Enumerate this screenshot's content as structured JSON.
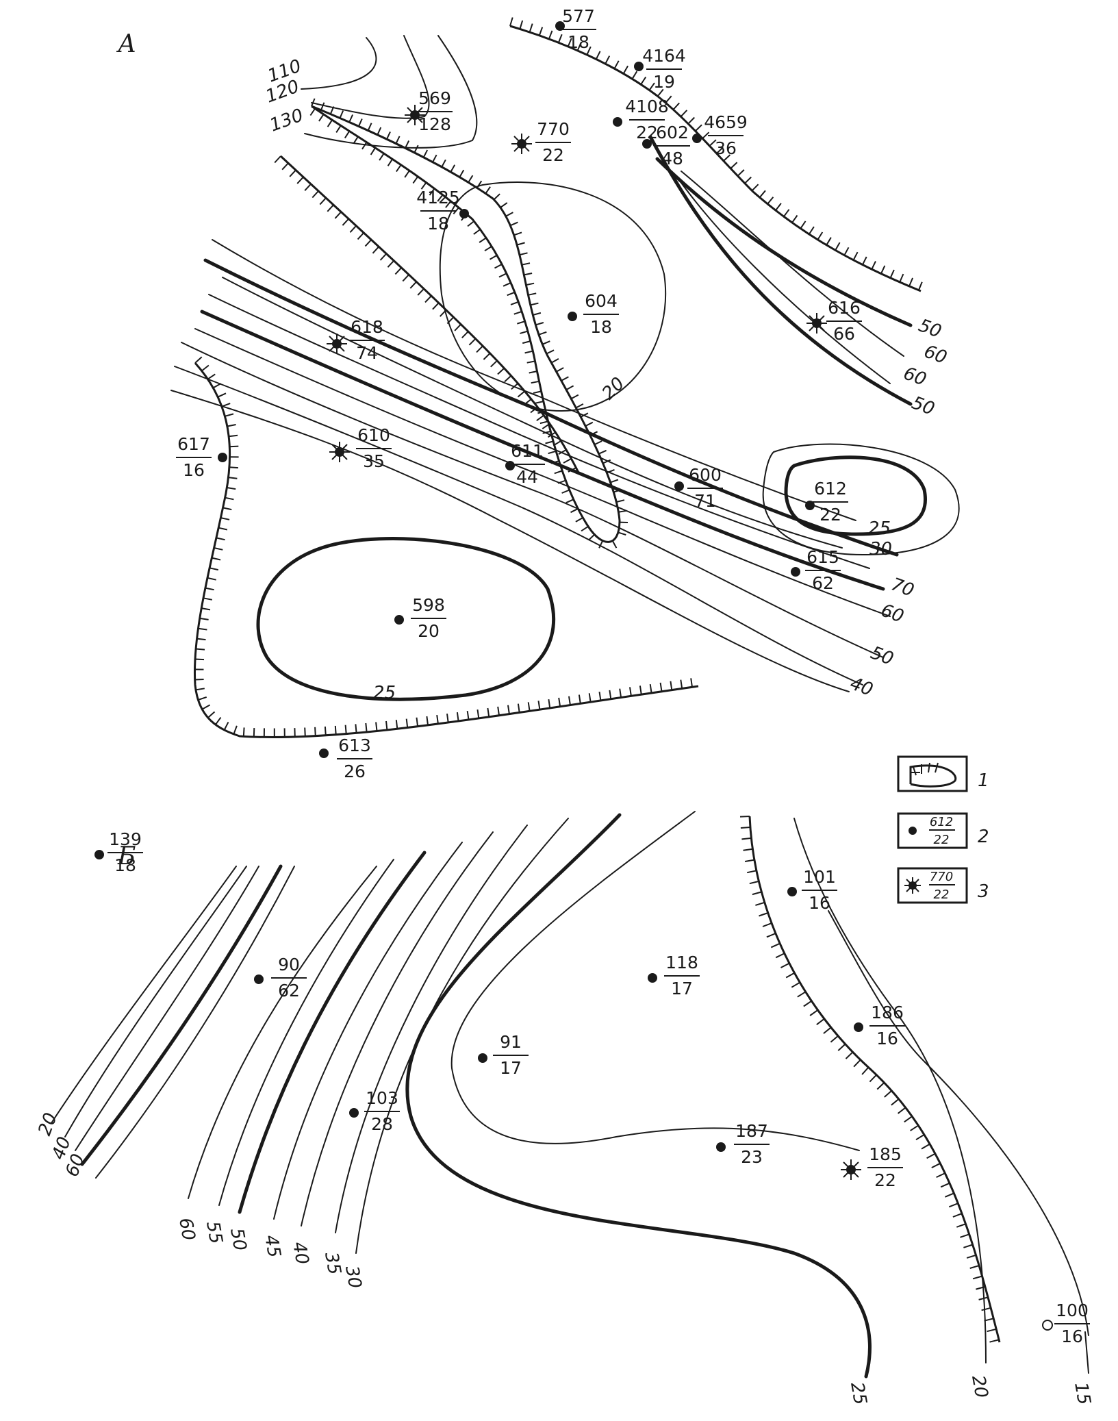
{
  "panels": {
    "a": "А",
    "b": "Б"
  },
  "legend": [
    {
      "id": "1",
      "label": "1"
    },
    {
      "id": "2",
      "label": "2",
      "top": "612",
      "bottom": "22"
    },
    {
      "id": "3",
      "label": "3",
      "top": "770",
      "bottom": "22"
    }
  ],
  "wells_a": [
    {
      "top": "577",
      "bottom": "18",
      "type": "dot"
    },
    {
      "top": "4164",
      "bottom": "19",
      "type": "dot"
    },
    {
      "top": "569",
      "bottom": "128",
      "type": "star"
    },
    {
      "top": "770",
      "bottom": "22",
      "type": "star"
    },
    {
      "top": "4108",
      "bottom": "22",
      "type": "dot"
    },
    {
      "top": "602",
      "bottom": "48",
      "type": "dot"
    },
    {
      "top": "4659",
      "bottom": "36",
      "type": "dot"
    },
    {
      "top": "4125",
      "bottom": "18",
      "type": "dot"
    },
    {
      "top": "604",
      "bottom": "18",
      "type": "dot"
    },
    {
      "top": "618",
      "bottom": "74",
      "type": "star"
    },
    {
      "top": "616",
      "bottom": "66",
      "type": "star"
    },
    {
      "top": "617",
      "bottom": "16",
      "type": "dot"
    },
    {
      "top": "610",
      "bottom": "35",
      "type": "star"
    },
    {
      "top": "611",
      "bottom": "44",
      "type": "dot"
    },
    {
      "top": "600",
      "bottom": "71",
      "type": "dot"
    },
    {
      "top": "612",
      "bottom": "22",
      "type": "dot"
    },
    {
      "top": "615",
      "bottom": "62",
      "type": "dot"
    },
    {
      "top": "598",
      "bottom": "20",
      "type": "dot"
    },
    {
      "top": "613",
      "bottom": "26",
      "type": "dot"
    }
  ],
  "wells_b": [
    {
      "top": "139",
      "bottom": "18",
      "type": "dot"
    },
    {
      "top": "90",
      "bottom": "62",
      "type": "dot"
    },
    {
      "top": "101",
      "bottom": "16",
      "type": "dot"
    },
    {
      "top": "118",
      "bottom": "17",
      "type": "dot"
    },
    {
      "top": "91",
      "bottom": "17",
      "type": "dot"
    },
    {
      "top": "186",
      "bottom": "16",
      "type": "dot"
    },
    {
      "top": "103",
      "bottom": "28",
      "type": "dot"
    },
    {
      "top": "187",
      "bottom": "23",
      "type": "dot"
    },
    {
      "top": "185",
      "bottom": "22",
      "type": "star"
    },
    {
      "top": "100",
      "bottom": "16",
      "type": "open"
    }
  ],
  "contour_labels_a": [
    "110",
    "120",
    "130",
    "20",
    "50",
    "60",
    "60",
    "50",
    "25",
    "30",
    "70",
    "60",
    "50",
    "40",
    "25"
  ],
  "contour_labels_b": [
    "20",
    "40",
    "60",
    "60",
    "55",
    "50",
    "45",
    "40",
    "35",
    "30",
    "25",
    "20",
    "15"
  ]
}
